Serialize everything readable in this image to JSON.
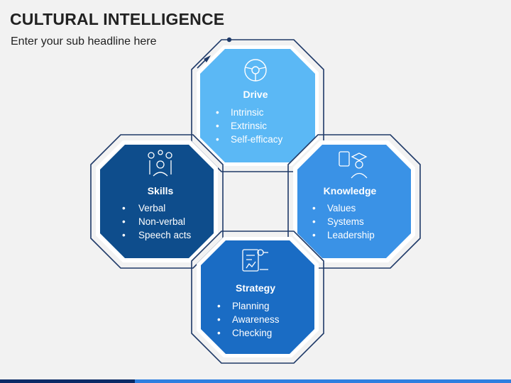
{
  "header": {
    "title": "CULTURAL INTELLIGENCE",
    "subtitle": "Enter your sub headline here"
  },
  "nodes": [
    {
      "id": "drive",
      "heading": "Drive",
      "bullets": [
        "Intrinsic",
        "Extrinsic",
        "Self-efficacy"
      ],
      "color": "#5bb8f5",
      "icon": "steering-wheel-icon"
    },
    {
      "id": "skills",
      "heading": "Skills",
      "bullets": [
        "Verbal",
        "Non-verbal",
        "Speech acts"
      ],
      "color": "#0e4d8c",
      "icon": "person-ideas-icon"
    },
    {
      "id": "knowledge",
      "heading": "Knowledge",
      "bullets": [
        "Values",
        "Systems",
        "Leadership"
      ],
      "color": "#3a92e6",
      "icon": "graduate-reading-icon"
    },
    {
      "id": "strategy",
      "heading": "Strategy",
      "bullets": [
        "Planning",
        "Awareness",
        "Checking"
      ],
      "color": "#1a6cc4",
      "icon": "strategy-board-icon"
    }
  ],
  "colors": {
    "background": "#f2f2f2",
    "outline": "#1f3a68",
    "ring": "#ffffff",
    "bar_dark": "#0a2a66",
    "bar_light": "#2f7fe0"
  }
}
